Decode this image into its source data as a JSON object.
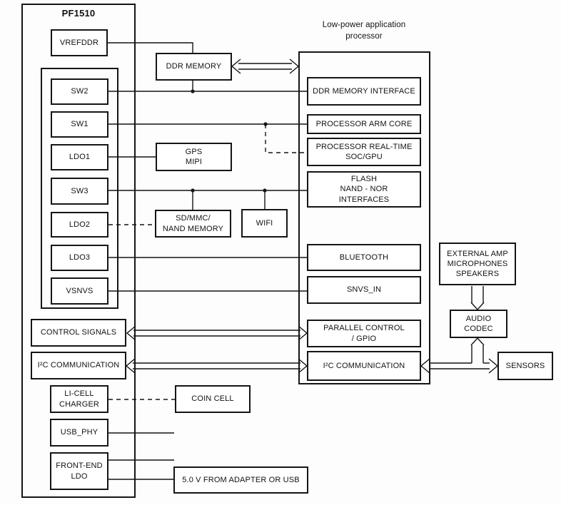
{
  "colors": {
    "background": "#fdfdfd",
    "line": "#151515",
    "text": "#121212",
    "box_fill": "#ffffff"
  },
  "pmic": {
    "title": "PF1510"
  },
  "processor": {
    "title": "Low-power application\nprocessor"
  },
  "blocks": {
    "vrefddr": "VREFDDR",
    "sw2": "SW2",
    "sw1": "SW1",
    "ldo1": "LDO1",
    "sw3": "SW3",
    "ldo2": "LDO2",
    "ldo3": "LDO3",
    "vsnvs": "VSNVS",
    "control_signals": "CONTROL SIGNALS",
    "i2c_pmic": "I²C COMMUNICATION",
    "li_cell_charger": "LI-CELL\nCHARGER",
    "usb_phy": "USB_PHY",
    "front_end_ldo": "FRONT-END\nLDO",
    "ddr_memory": "DDR MEMORY",
    "gps_mipi": "GPS\nMIPI",
    "sd_mmc_nand": "SD/MMC/\nNAND MEMORY",
    "wifi": "WIFI",
    "coin_cell": "COIN CELL",
    "adapter_5v": "5.0 V FROM ADAPTER OR USB",
    "ddr_memory_interface": "DDR MEMORY INTERFACE",
    "processor_arm_core": "PROCESSOR ARM CORE",
    "processor_realtime": "PROCESSOR REAL-TIME\nSOC/GPU",
    "flash_interfaces": "FLASH\nNAND - NOR\nINTERFACES",
    "bluetooth": "BLUETOOTH",
    "snvs_in": "SNVS_IN",
    "parallel_control": "PARALLEL CONTROL\n/ GPIO",
    "i2c_processor": "I²C COMMUNICATION",
    "external_amp": "EXTERNAL AMP\nMICROPHONES\nSPEAKERS",
    "audio_codec": "AUDIO\nCODEC",
    "sensors": "SENSORS"
  }
}
